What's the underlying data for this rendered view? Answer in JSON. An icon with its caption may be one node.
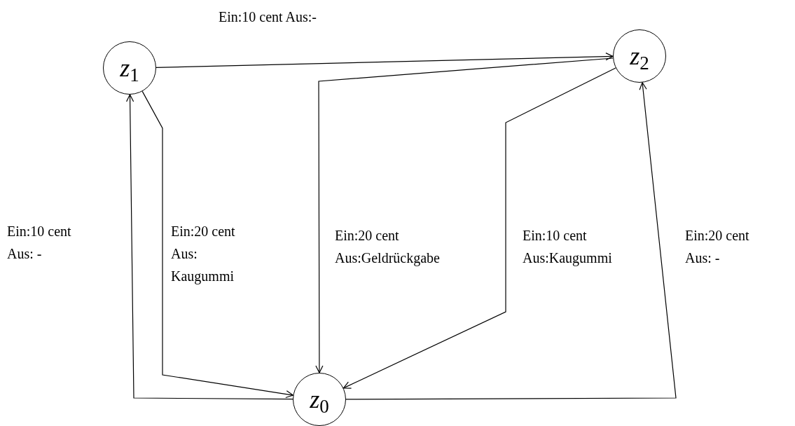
{
  "diagram": {
    "nodes": [
      {
        "text": [
          "*z*$_{1}$"
        ]
      },
      {
        "text": [
          "*z*$_{2}$"
        ]
      },
      {
        "text": [
          "*z*$_{0}$"
        ]
      }
    ],
    "edges": [
      {
        "from": 0,
        "to": 1,
        "arrow": "to",
        "label": "Ein:10 cent Aus:-"
      },
      {
        "from": 0,
        "to": 2,
        "arrow": "to",
        "label": "Ein:20 cent Aus: Kaugummi"
      },
      {
        "from": 1,
        "to": 2,
        "arrow": "to",
        "label": "Ein:20 cent Aus:Geldrückgabe"
      },
      {
        "from": 1,
        "to": 2,
        "arrow": "to",
        "label": "Ein:10 cent Aus:Kaugummi"
      },
      {
        "from": 2,
        "to": 0,
        "arrow": "to",
        "label": "Ein:10 cent Aus: -"
      },
      {
        "from": 2,
        "to": 1,
        "arrow": "to",
        "label": "Ein:20 cent Aus: -"
      }
    ]
  }
}
